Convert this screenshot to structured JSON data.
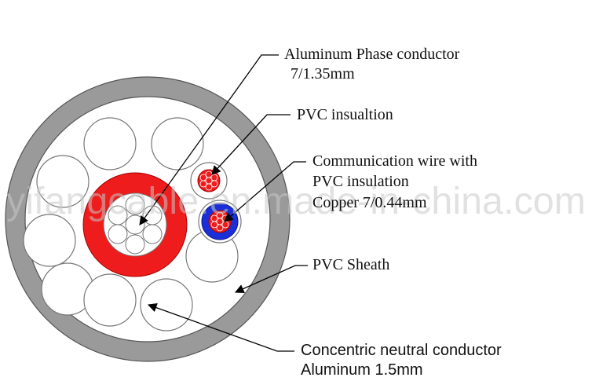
{
  "labels": {
    "phase_line1": "Aluminum Phase conductor",
    "phase_line2": "7/1.35mm",
    "pvc_insulation": "PVC insualtion",
    "comm_line1": "Communication wire with",
    "comm_line2": "PVC insulation",
    "comm_line3": "Copper 7/0.44mm",
    "sheath": "PVC Sheath",
    "neutral_line1": "Concentric neutral conductor",
    "neutral_line2": "Aluminum 1.5mm"
  },
  "watermark": "yifangcable.en.made-in-china.com",
  "colors": {
    "sheath": "#9a9a9a",
    "phase_insulation": "#ee1c1c",
    "comm_insulation_red": "#ee1c1c",
    "comm_insulation_blue": "#1a2fd8",
    "background": "#ffffff"
  }
}
